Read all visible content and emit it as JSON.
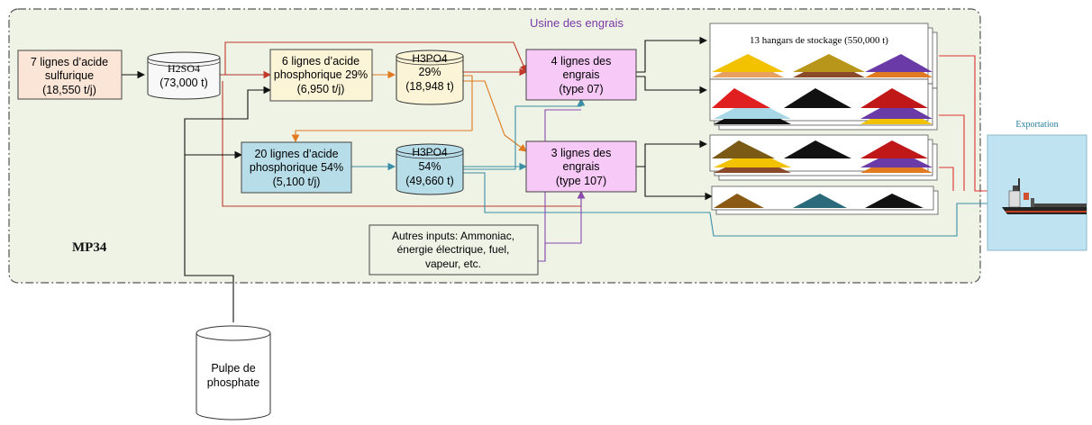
{
  "plant": {
    "title": "Usine des engrais",
    "site_label": "MP34"
  },
  "sulfuric": {
    "line1": "7 lignes d’acide",
    "line2": "sulfurique",
    "line3": "(18,550 t/j)"
  },
  "h2so4_tank": {
    "name": "H2SO4",
    "qty": "(73,000 t)"
  },
  "phos29": {
    "line1": "6 lignes d’acide",
    "line2": "phosphorique 29%",
    "line3": "(6,950 t/j)"
  },
  "h3po4_29_tank": {
    "name": "H3PO4",
    "pct": "29%",
    "qty": "(18,948 t)"
  },
  "phos54": {
    "line1": "20 lignes d’acide",
    "line2": "phosphorique 54%",
    "line3": "(5,100 t/j)"
  },
  "h3po4_54_tank": {
    "name": "H3PO4",
    "pct": "54%",
    "qty": "(49,660 t)"
  },
  "fert07": {
    "line1": "4 lignes des",
    "line2": "engrais",
    "line3": "(type 07)"
  },
  "fert107": {
    "line1": "3 lignes  des",
    "line2": "engrais",
    "line3": "(type 107)"
  },
  "other_inputs": {
    "line1": "Autres inputs: Ammoniac,",
    "line2": "énergie électrique, fuel,",
    "line3": "vapeur, etc."
  },
  "storage": {
    "label": "13 hangars de stockage (550,000 t)"
  },
  "export": {
    "label": "Exportation"
  },
  "pulp": {
    "line1": "Pulpe de",
    "line2": "phosphate"
  },
  "colors": {
    "plant_bg": "#eef3e6",
    "sulfuric_fill": "#fbe5d6",
    "phos29_fill": "#fbf4d6",
    "phos54_fill": "#b7dde9",
    "fert_fill": "#f6c9f6",
    "export_fill": "#bfe3f1",
    "arrow_red": "#b03030",
    "arrow_orange": "#e07a20",
    "arrow_blue": "#3a8fa6",
    "arrow_purple": "#8a4ab0",
    "title_purple": "#7b3aa6"
  }
}
